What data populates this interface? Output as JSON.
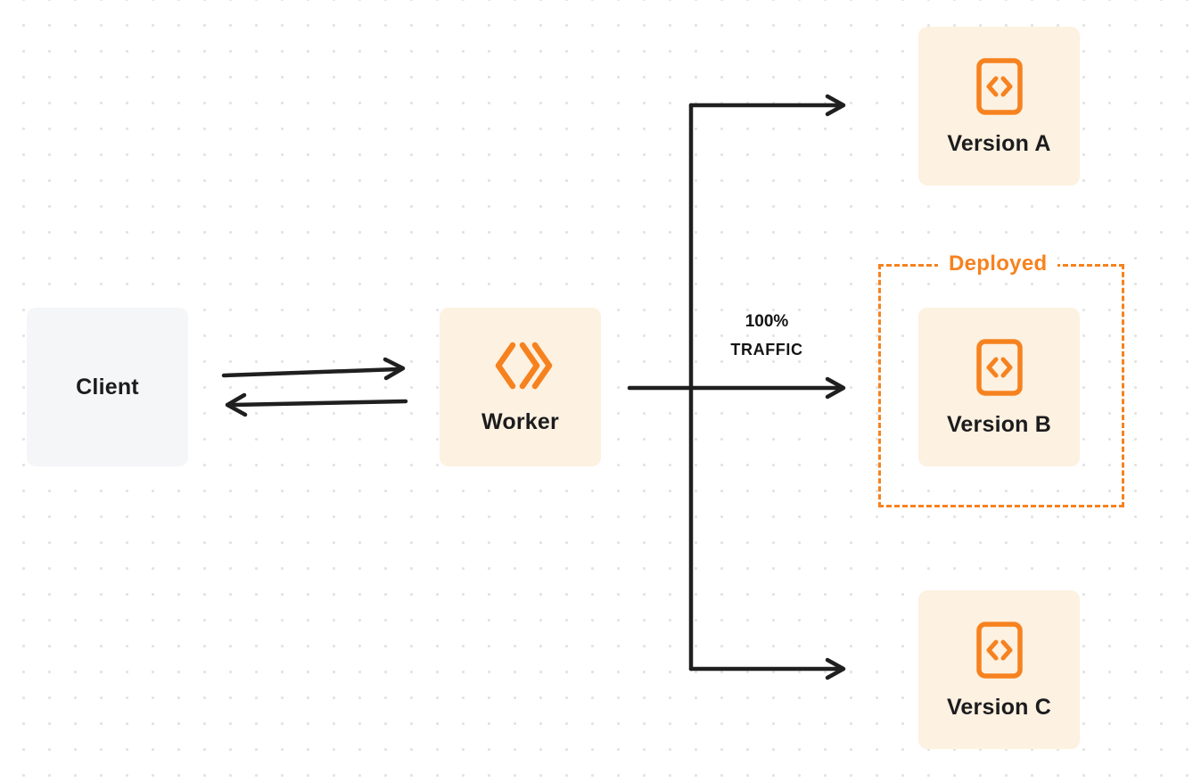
{
  "diagram": {
    "title": "worker traffic routing diagram"
  },
  "nodes": {
    "client": {
      "label": "Client"
    },
    "worker": {
      "label": "Worker"
    },
    "version_a": {
      "label": "Version A"
    },
    "version_b": {
      "label": "Version B"
    },
    "version_c": {
      "label": "Version C"
    }
  },
  "annotations": {
    "traffic_line1": "100%",
    "traffic_line2": "TRAFFIC",
    "deployed": "Deployed"
  },
  "icons": {
    "worker_icon": "workers-double-chevron-icon",
    "version_icon": "code-brackets-icon"
  },
  "colors": {
    "accent_orange": "#f6821f",
    "cream_box": "#fdf1e1",
    "gray_box": "#f5f6f8",
    "line": "#1f1f1f",
    "text": "#1c1c1e",
    "dot_grid": "#e3e3e3",
    "background": "#ffffff"
  }
}
